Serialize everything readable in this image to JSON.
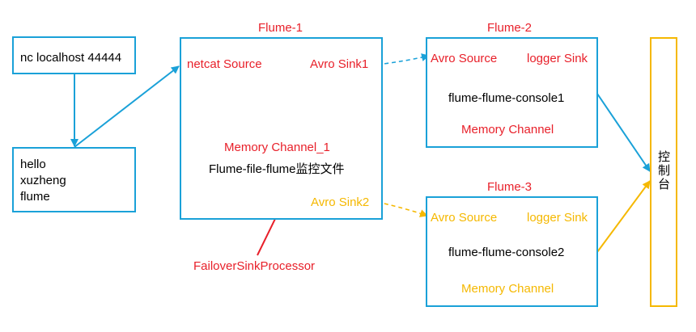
{
  "colors": {
    "blue": "#1aa1d8",
    "red": "#e8202a",
    "gold": "#f5b800",
    "black": "#000000"
  },
  "source_box": {
    "label": "nc localhost 44444"
  },
  "data_box": {
    "lines": [
      "hello",
      "xuzheng",
      "flume"
    ]
  },
  "flume1": {
    "title": "Flume-1",
    "netcat_source": "netcat Source",
    "avro_sink1": "Avro Sink1",
    "memory_channel": "Memory Channel_1",
    "caption": "Flume-file-flume监控文件",
    "avro_sink2": "Avro Sink2"
  },
  "flume2": {
    "title": "Flume-2",
    "avro_source": "Avro Source",
    "logger_sink": "logger Sink",
    "caption": "flume-flume-console1",
    "memory_channel": "Memory Channel"
  },
  "flume3": {
    "title": "Flume-3",
    "avro_source": "Avro Source",
    "logger_sink": "logger Sink",
    "caption": "flume-flume-console2",
    "memory_channel": "Memory Channel"
  },
  "failover_label": "FailoverSinkProcessor",
  "console_label": "控制台"
}
